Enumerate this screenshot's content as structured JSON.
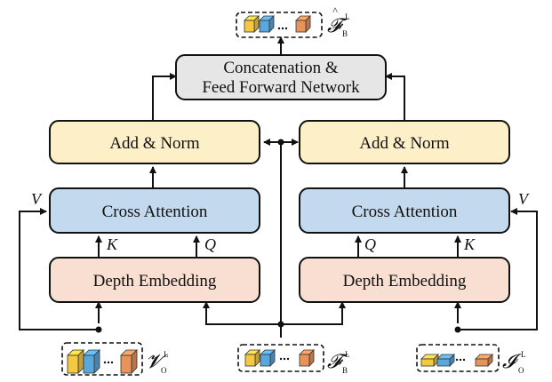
{
  "boxes": {
    "concat_line1": "Concatenation &",
    "concat_line2": "Feed Forward Network",
    "add_norm_left": "Add & Norm",
    "add_norm_right": "Add & Norm",
    "cross_attn_left": "Cross Attention",
    "cross_attn_right": "Cross Attention",
    "depth_emb_left": "Depth Embedding",
    "depth_emb_right": "Depth Embedding"
  },
  "labels": {
    "v_left": "V",
    "k_left": "K",
    "q_left": "Q",
    "q_right": "Q",
    "k_right": "K",
    "v_right": "V"
  },
  "symbols": {
    "output": {
      "main": "𝓕",
      "hat": "^",
      "sub": "B",
      "sup": "L"
    },
    "input_left": {
      "main": "𝓥",
      "sub": "O",
      "sup": "L"
    },
    "input_center": {
      "main": "𝓕",
      "sub": "B",
      "sup": "L"
    },
    "input_right": {
      "main": "𝓘",
      "sub": "O",
      "sup": "L"
    }
  },
  "colors": {
    "concat_fill": "#e6e6e6",
    "add_norm_fill": "#fdf0c8",
    "cross_attn_fill": "#c3d9ee",
    "depth_emb_fill": "#f9dfd1",
    "cube_yellow": "#f5c842",
    "cube_blue": "#5aa7dc",
    "cube_orange": "#e9935a",
    "stroke": "#111111"
  }
}
